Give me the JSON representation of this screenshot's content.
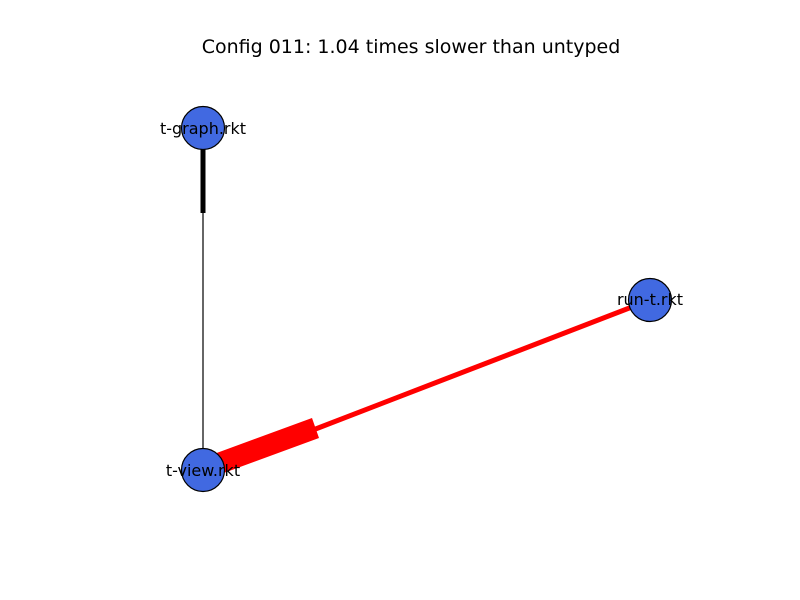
{
  "title": "Config 011: 1.04 times slower than untyped",
  "colors": {
    "node_fill": "#4169E1",
    "node_stroke": "#000000",
    "typed_boundary_edge": "#000000",
    "slow_boundary_edge": "#FF0000",
    "background": "#FFFFFF"
  },
  "nodes": [
    {
      "id": "t-graph",
      "label": "t-graph.rkt"
    },
    {
      "id": "t-view",
      "label": "t-view.rkt"
    },
    {
      "id": "run-t",
      "label": "run-t.rkt"
    }
  ],
  "edges": [
    {
      "from": "t-graph",
      "to": "t-view",
      "color_key": "typed_boundary_edge"
    },
    {
      "from": "run-t",
      "to": "t-view",
      "color_key": "slow_boundary_edge"
    }
  ]
}
